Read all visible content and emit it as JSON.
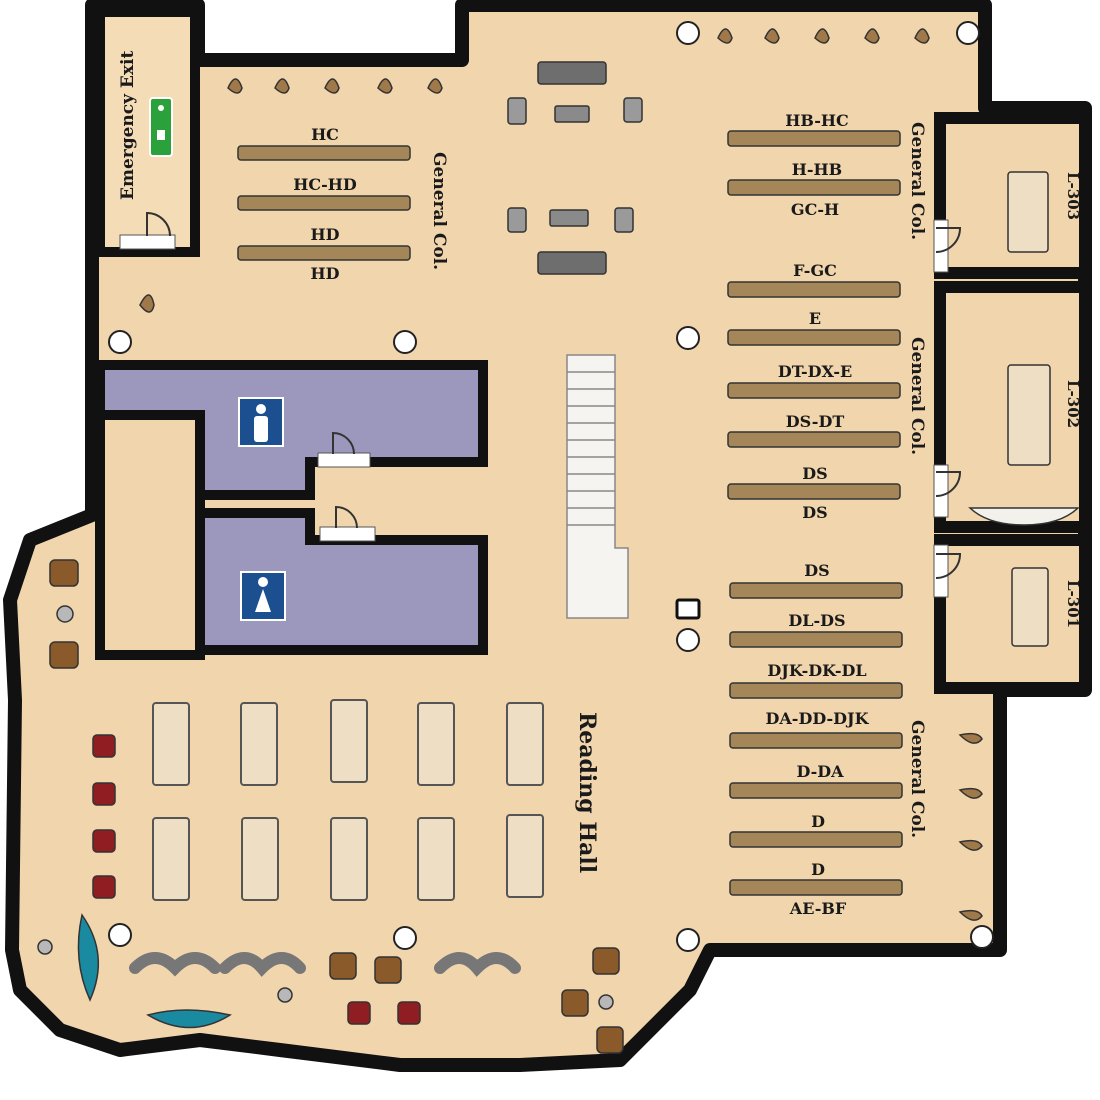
{
  "colors": {
    "floor": "#f1d5ad",
    "wall": "#111111",
    "restroom": "#9c97bd",
    "shelf": "#a58658",
    "table": "#eedfc4",
    "sign": "#1b4f8f",
    "exit_sign": "#2aa13a",
    "chair_red": "#8f1d22",
    "chair_brown": "#8b5a2b",
    "lamp": "#a0794a",
    "sofa_teal": "#1a8aa0"
  },
  "labels": {
    "emergency_exit": "Emergency Exit",
    "reading_hall": "Reading Hall",
    "general_col_1": "General Col.",
    "general_col_2": "General Col.",
    "general_col_3": "General Col.",
    "general_col_4": "General Col.",
    "room_303": "L-303",
    "room_302": "L-302",
    "room_301": "L-301"
  },
  "shelves_left": {
    "s1_top": "HC",
    "s1_bottom": "HC-HD",
    "s2_bottom": "HD",
    "s3_bottom": "HD"
  },
  "shelves_right": [
    "HB-HC",
    "H-HB",
    "GC-H",
    "F-GC",
    "E",
    "DT-DX-E",
    "DS-DT",
    "DS",
    "DS",
    "DS",
    "DL-DS",
    "DJK-DK-DL",
    "DA-DD-DJK",
    "D-DA",
    "D",
    "D",
    "AE-BF"
  ],
  "icons": {
    "restroom_men": "man-restroom-icon",
    "restroom_women": "woman-restroom-icon",
    "exit_sign": "emergency-exit-sign-icon",
    "stairs": "staircase-icon",
    "lamp": "wall-lamp-icon",
    "column": "column-pillar-icon",
    "door": "door-swing-icon"
  }
}
